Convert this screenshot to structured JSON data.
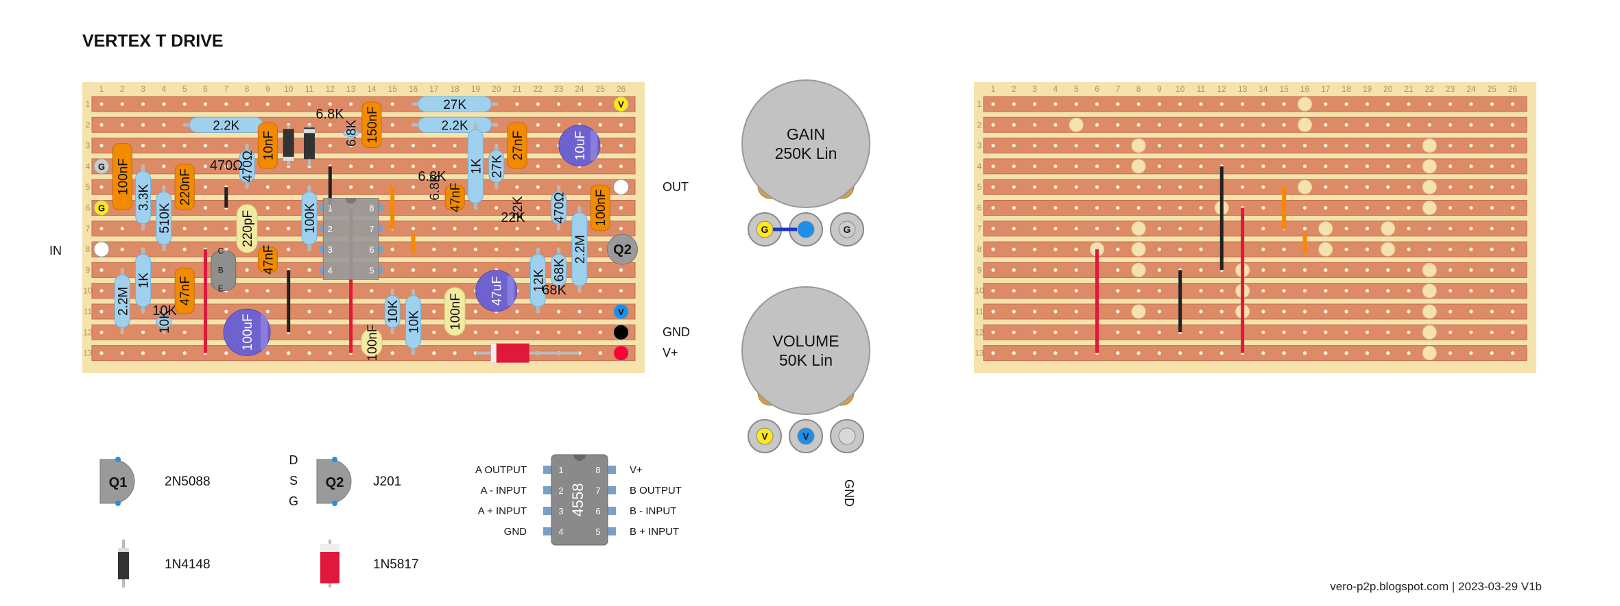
{
  "title": "VERTEX T DRIVE",
  "footer": "vero-p2p.blogspot.com  |  2023-03-29 V1b",
  "colors": {
    "board": "#f4e3ad",
    "strip": "#dd8a66",
    "hole": "#faf3dc",
    "resistor": "#9fd1ef",
    "film_cap": "#f28b00",
    "ceramic_cap": "#f3eaa2",
    "electrolytic": "#6e62cf",
    "ic": "#8f8f8f",
    "link_black": "#222222",
    "link_red": "#e0183c",
    "pot": "#c2c2c2",
    "pot_body": "#d1a24a",
    "pad_yellow": "#ffe81a",
    "pad_blue": "#1e8fe8",
    "pad_red": "#ff0033"
  },
  "board": {
    "columns": [
      "1",
      "2",
      "3",
      "4",
      "5",
      "6",
      "7",
      "8",
      "9",
      "10",
      "11",
      "12",
      "13",
      "14",
      "15",
      "16",
      "17",
      "18",
      "19",
      "20",
      "21",
      "22",
      "23",
      "24",
      "25",
      "26"
    ],
    "rows": [
      "1",
      "2",
      "3",
      "4",
      "5",
      "6",
      "7",
      "8",
      "9",
      "10",
      "11",
      "12",
      "13"
    ]
  },
  "off_board": {
    "in": "IN",
    "out": "OUT",
    "gnd": "GND",
    "vplus": "V+",
    "pad_g": "G",
    "pad_v": "V"
  },
  "components": {
    "resistors": [
      {
        "label": "2.2K"
      },
      {
        "label": "27K"
      },
      {
        "label": "2.2K"
      },
      {
        "label": "6.8K"
      },
      {
        "label": "470Ω"
      },
      {
        "label": "3.3K"
      },
      {
        "label": "510K"
      },
      {
        "label": "100K"
      },
      {
        "label": "6.8K"
      },
      {
        "label": "1K"
      },
      {
        "label": "27K"
      },
      {
        "label": "22K"
      },
      {
        "label": "470Ω"
      },
      {
        "label": "2.2M"
      },
      {
        "label": "1K"
      },
      {
        "label": "10K"
      },
      {
        "label": "10K"
      },
      {
        "label": "10K"
      },
      {
        "label": "12K"
      },
      {
        "label": "68K"
      },
      {
        "label": "2.2M"
      }
    ],
    "film_caps": [
      {
        "label": "100nF"
      },
      {
        "label": "220nF"
      },
      {
        "label": "10nF"
      },
      {
        "label": "150nF"
      },
      {
        "label": "47nF"
      },
      {
        "label": "27nF"
      },
      {
        "label": "100nF"
      },
      {
        "label": "47nF"
      },
      {
        "label": "47nF"
      }
    ],
    "ceramic_caps": [
      {
        "label": "220pF"
      },
      {
        "label": "100nF"
      },
      {
        "label": "100nF"
      }
    ],
    "electrolytics": [
      {
        "label": "10uF"
      },
      {
        "label": "100uF"
      },
      {
        "label": "47uF"
      }
    ],
    "transistors": [
      {
        "label": "Q2"
      }
    ],
    "transistor_pins": [
      "C",
      "B",
      "E"
    ]
  },
  "pots": [
    {
      "name": "GAIN",
      "value": "250K Lin",
      "pins": [
        "G",
        "",
        "G"
      ]
    },
    {
      "name": "VOLUME",
      "value": "50K Lin",
      "pins": [
        "V",
        "V",
        ""
      ]
    }
  ],
  "pot_gnd_label": "GND",
  "legend": {
    "q1": {
      "badge": "Q1",
      "part": "2N5088"
    },
    "q2": {
      "badge": "Q2",
      "part": "J201",
      "pins": [
        "D",
        "S",
        "G"
      ]
    },
    "diode1": {
      "part": "1N4148"
    },
    "diode2": {
      "part": "1N5817"
    },
    "ic": {
      "name": "4558",
      "pin_numbers": [
        "1",
        "2",
        "3",
        "4",
        "5",
        "6",
        "7",
        "8"
      ],
      "left_pins": [
        "A OUTPUT",
        "A - INPUT",
        "A + INPUT",
        "GND"
      ],
      "right_pins": [
        "V+",
        "B OUTPUT",
        "B - INPUT",
        "B + INPUT"
      ]
    }
  }
}
